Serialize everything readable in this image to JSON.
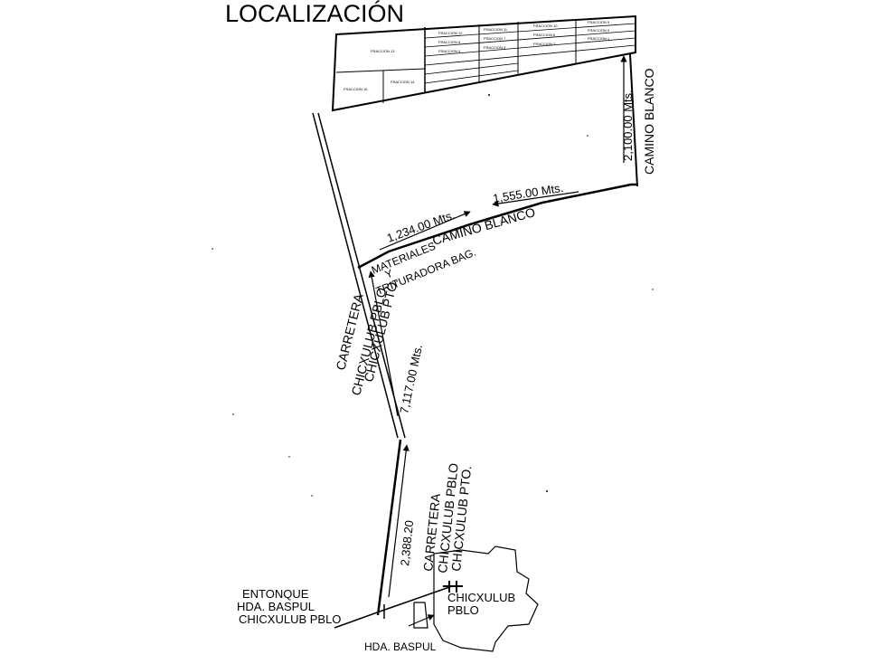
{
  "title": "LOCALIZACIÓN",
  "labels": {
    "dist_2100": "2,100.00 Mts.",
    "camino_blanco_right": "CAMINO BLANCO",
    "dist_1555": "1,555.00 Mts.",
    "dist_1234": "1,234.00 Mts.",
    "camino_blanco_mid": "CAMINO BLANCO",
    "materiales": "MATERIALES",
    "y": "Y",
    "trituradora": "TRITURADORA BAG.",
    "carretera_upper_1": "CARRETERA",
    "carretera_upper_2": "CHICXULUB PBLO.",
    "carretera_upper_3": "CHICXULUB PTO.",
    "dist_7117": "7,117.00 Mts.",
    "dist_2388": "2,388.20",
    "carretera_lower_1": "CARRETERA",
    "carretera_lower_2": "CHICXULUB PBLO",
    "carretera_lower_3": "CHICXULUB PTO.",
    "entronque_1": "ENTONQUE",
    "entronque_2": "HDA. BASPUL",
    "entronque_3": "CHICXULUB PBLO",
    "town_1": "CHICXULUB",
    "town_2": "PBLO",
    "hda_baspul": "HDA. BASPUL"
  },
  "parcels": {
    "large_top_left": "FRACCION 13",
    "bottom_left": "FRACCION 15",
    "bottom_mid": "FRACCION 14",
    "grid": [
      "FRACCION 12",
      "FRACCION 11",
      "FRACCION 10",
      "FRACCION 9",
      "FRACCION 8",
      "FRACCION 7",
      "FRACCION 6",
      "FRACCION 5",
      "FRACCION 4",
      "FRACCION 3",
      "FRACCION 2",
      "FRACCION 1"
    ]
  }
}
